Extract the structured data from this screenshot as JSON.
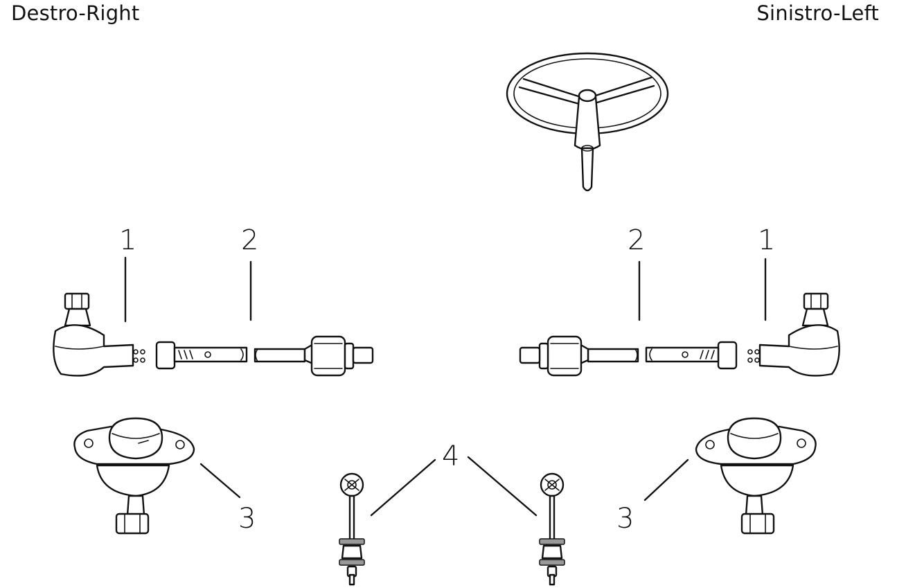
{
  "labels": {
    "right_side": "Destro-Right",
    "left_side": "Sinistro-Left"
  },
  "callouts": {
    "tie_rod_end": "1",
    "tie_rod": "2",
    "ball_joint": "3",
    "stabilizer_link": "4"
  }
}
